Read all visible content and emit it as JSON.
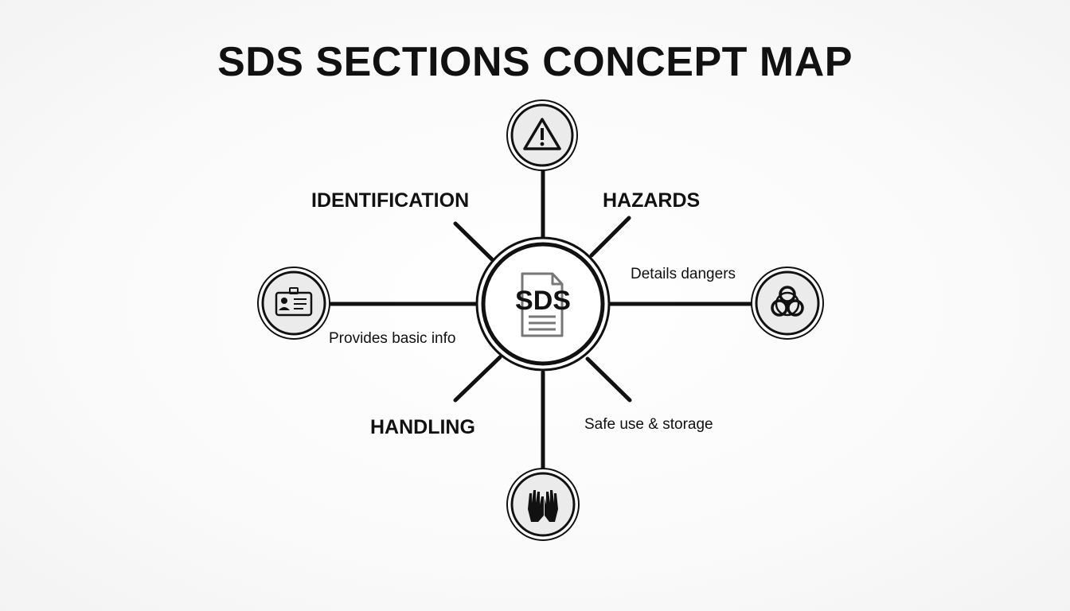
{
  "title": "SDS SECTIONS CONCEPT MAP",
  "center": {
    "label": "SDS",
    "icon": "document-icon"
  },
  "nodes": [
    {
      "id": "identification",
      "heading": "IDENTIFICATION",
      "description": "Provides basic info",
      "icon": "id-card-icon"
    },
    {
      "id": "hazards",
      "heading": "HAZARDS",
      "description": "Details dangers",
      "icon": "biohazard-icon"
    },
    {
      "id": "handling",
      "heading": "HANDLING",
      "description": "Safe use & storage",
      "icon": "hands-icon"
    },
    {
      "id": "warning",
      "heading": "",
      "description": "",
      "icon": "warning-icon"
    }
  ],
  "colors": {
    "stroke": "#111111",
    "node_fill": "#ebebeb",
    "icon_gray": "#777777"
  }
}
